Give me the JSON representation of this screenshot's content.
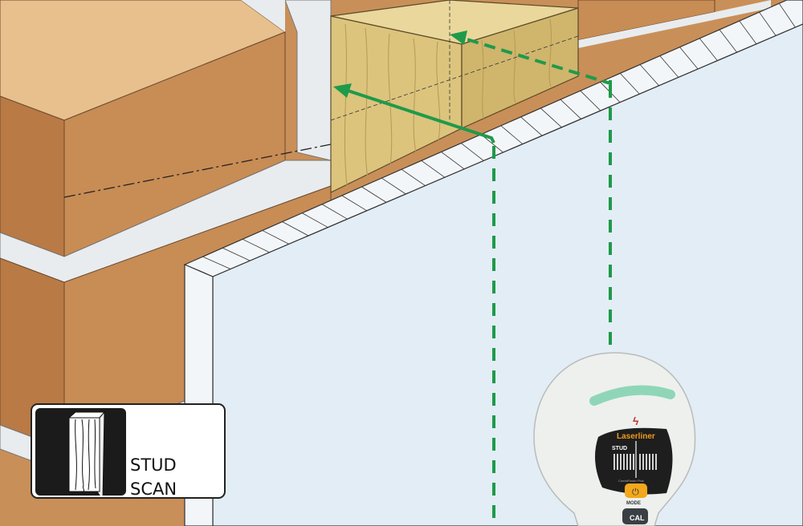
{
  "badge": {
    "icon": "wood-stud-icon",
    "line1": "STUD",
    "line2": "SCAN"
  },
  "device": {
    "brand": "Laserliner",
    "display_mode": "STUD",
    "model": "CombiFinder Plus",
    "buttons": {
      "power": "power-icon",
      "mode": "MODE",
      "cal": "CAL"
    }
  },
  "colors": {
    "brick": "#c98f58",
    "mortar": "#e8ecee",
    "drywall": "#e3edf6",
    "wood": "#d9c17a",
    "guide_green": "#1f9a4a",
    "power_button": "#f2a81c"
  }
}
